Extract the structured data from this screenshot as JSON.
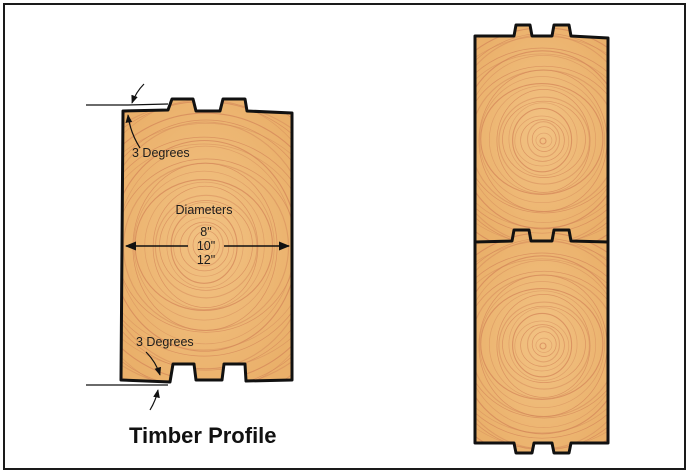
{
  "labels": {
    "top_angle": "3 Degrees",
    "bottom_angle": "3 Degrees",
    "diameters_heading": "Diameters",
    "diameter_values": [
      "8\"",
      "10\"",
      "12\""
    ],
    "title": "Timber Profile"
  },
  "colors": {
    "wood": "#eeb772",
    "wood_edge": "#f4c98d",
    "grain": "#d4875a",
    "outline": "#111111",
    "frame": "#1a1a1a",
    "background": "#ffffff"
  }
}
